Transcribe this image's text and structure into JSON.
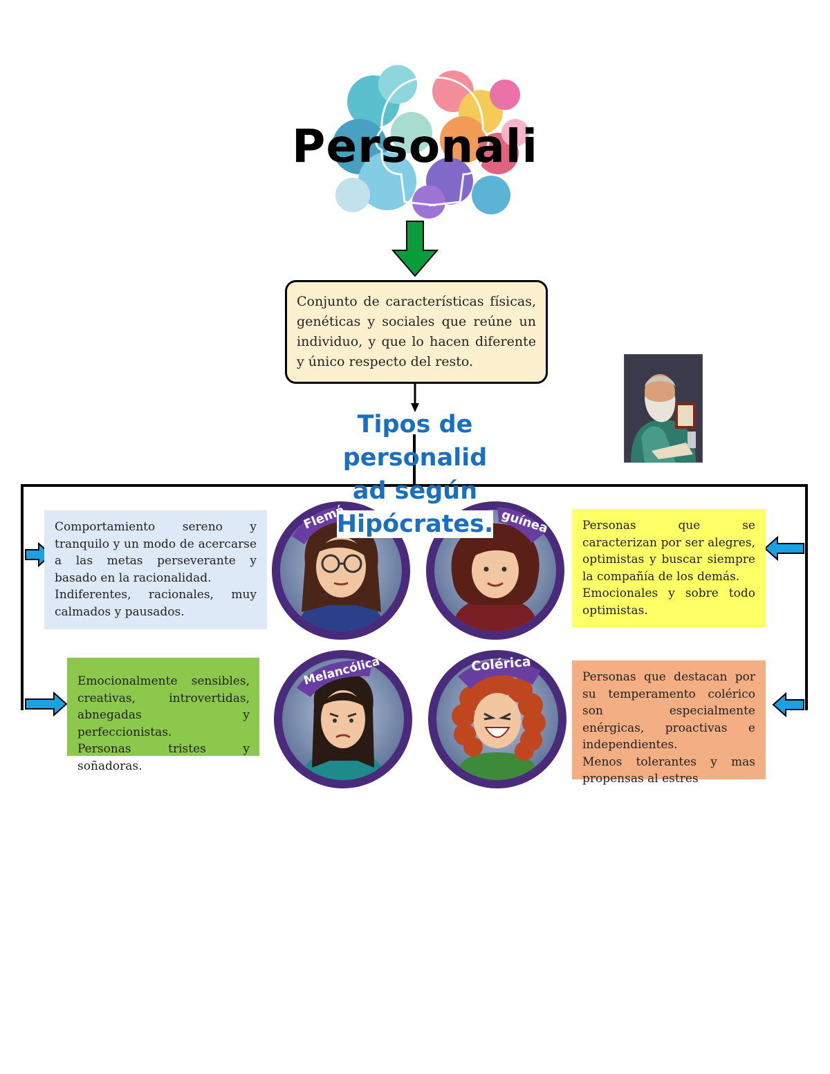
{
  "title": "Personali",
  "definition": "Conjunto de características físicas, genéticas y sociales que reúne un individuo, y que lo hacen diferente y único respecto del resto.",
  "subtitle": {
    "line1": "Tipos de",
    "line2": "personalid",
    "line3": "ad según",
    "line4": "Hipócrates."
  },
  "types": {
    "flematica": {
      "label": "Flemática",
      "desc_p1": "Comportamiento sereno y tranquilo y un modo de acercarse a las metas perseverante y basado en la racionalidad.",
      "desc_p2": "Indiferentes, racionales, muy calmados y pausados."
    },
    "sanguinea": {
      "label": "Sanguínea",
      "desc_p1": "Personas que se caracterizan por ser alegres, optimistas y buscar siempre la compañía de los demás.",
      "desc_p2": "Emocionales y sobre todo optimistas."
    },
    "melancolica": {
      "label": "Melancólica",
      "desc_p1": "Emocionalmente sensibles, creativas, introvertidas, abnegadas y perfeccionistas.",
      "desc_p2": "Personas tristes y soñadoras."
    },
    "colerica": {
      "label": "Colérica",
      "desc_p1": "Personas que destacan por su temperamento colérico son especialmente enérgicas, proactivas e independientes.",
      "desc_p2": "Menos tolerantes y mas propensas al estres"
    }
  },
  "colors": {
    "green_arrow": "#0b9b3a",
    "blue_arrow": "#1ba1e2",
    "subtitle": "#1a6fbf",
    "badge_ring": "#4a2a7a",
    "def_box": "#fdf0cf",
    "flematica_box": "#dde9f6",
    "sanguinea_box": "#ffff66",
    "melancolica_box": "#8cc84b",
    "colerica_box": "#f4ae84"
  },
  "icons": [
    "watercolor-head-art",
    "hippocrates-portrait",
    "down-arrow-icon",
    "right-arrow-icon",
    "left-arrow-icon"
  ]
}
